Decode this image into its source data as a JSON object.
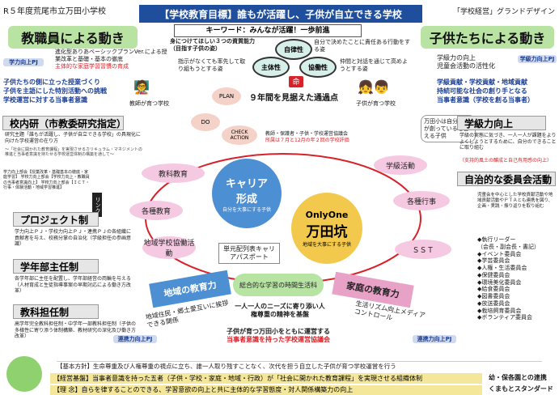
{
  "header": {
    "school": "R５年度荒尾市立万田小学校",
    "goal": "【学校教育目標】誰もが活躍し、子供が自立できる学校",
    "design": "「学校経営」グランドデザイン"
  },
  "keyword": "キーワード：みんなが活躍！一歩前進",
  "left_title": "教職員による動き",
  "right_title": "子供たちによる動き",
  "top_center": {
    "qualities_title": "身につけてほしい３つの資質能力",
    "qualities_sub": "（目指す子供の姿）",
    "shutai_desc": "指示がなくても率先して取り組もうとする姿",
    "jiritsu": "自律性",
    "shutai": "主体性",
    "kyodo": "協働性",
    "inochi": "命",
    "jiritsu_desc": "自分で決めたことに責任ある行動をする姿",
    "kyodo_desc": "仲間と対話を通じて高めようとする姿"
  },
  "left_top": {
    "text1": "進化型ありあベーシックプランVer.による授業改革と基礎・基本の徹底",
    "text2": "主体的な家庭学習習慣の育成",
    "tag1": "学力向上PJ",
    "r1": "子供たちの側に立った授業づくり",
    "r2": "子供を主語にした特別活動への挑戦",
    "r3": "学校運営に対する当事者意識",
    "caption": "教師が育つ学校"
  },
  "pdca": {
    "plan": "PLAN",
    "do": "DO",
    "check": "CHECK ACTION"
  },
  "nine_years": "９年間を見据えた通過点",
  "right_top": {
    "text1": "学級力の向上",
    "text2": "児童会活動の活性化",
    "tag": "学級力向上PJ",
    "r1": "学級貢献・学校貢献・地域貢献",
    "r2": "持続可能な社会の創り手となる",
    "r3": "当事者意識（学校を創る当事者）",
    "caption": "子供が育つ学校",
    "bubble": "万田小は自分たちが創っていると言える子供"
  },
  "left_boxes": {
    "konai": "校内研（市教委研究指定）",
    "konai_text": "研究主題「誰もが活躍し、子供が自立できる学校」の具現化に向けた学校運営の在り方",
    "konai_sub": "～「社会に開かれた教育課程」を実現させるカリキュラム・マネジメントの推進と当事者意識を持たせる学校運営体制の構築を通して～",
    "bu": "学力向上部会【授業改革・基礎基本の徹底・家庭学習】 学校力向上部会【学校力向上・教職員の当事者意識向上】 学校力向上部会【ＩＣＴ・行事・体験活動・地域学習推進】",
    "link": "リンク",
    "project": "プロジェクト制",
    "project_text": "学力向上ＰＪ・学校力向上ＰＪ・連携ＰＪの各組織に貢献者を与え、校務分掌の自治化（学級担任の参画意識）",
    "gakunen": "学年部主任制",
    "gakunen_text": "各学年部に主任を配置し、学年部経営の両輪を与える（人材育成と生徒指導事案の早期対応による働き方改革）",
    "kyoka": "教科担任制",
    "kyoka_text": "高学年完全教科担任制・中学年一部教科担任制（子供の多様性に寄り添う体制構築、教材研究の深化及び働き方改革）",
    "renkei": "連携力向上PJ"
  },
  "center": {
    "kyoshi": "教師・保護者・子供・学校運営協議会",
    "kyoshi2": "所属は７月と12月の年２回の学校評価",
    "career": "キャリア形成",
    "career_sub": "自分を大事にする子供",
    "onlyone": "OnlyOne",
    "mandako": "万田坑",
    "mandako_sub": "地域を大事にする子供",
    "kyoka": "教科教育",
    "kakushu": "各種教育",
    "chiiki": "地域学校協働活動",
    "tani": "単元配列表キャリアパスポート",
    "sogo": "総合的な学習の時間生活科",
    "gakkyu": "学級活動",
    "kakushu2": "各種行事",
    "sst": "ＳＳＴ",
    "chiiki_edu": "地域の教育力",
    "chiiki_edu_sub": "地域住民・郷土愛互いに挨拶できる関係",
    "katei_edu": "家庭の教育力",
    "katei_sub": "生活リズム向上メディアコントロール",
    "hitori": "一人一人のニーズに寄り添い人権尊重の精神を基盤",
    "kodomo": "子供が育つ万田小をともに運営する",
    "kodomo2": "当事者意識を持った学校運営協議会"
  },
  "right_boxes": {
    "gakkyu_title": "学級力向上",
    "gakkyu_text": "学級の実態に気づき、一人一人が課題をよりよくしようとするために、自分のできることに取り組む",
    "gakkyu_sub": "（支持的風土の醸成と自己有用感の向上）",
    "iinkai_title": "自治的な委員会活動",
    "iinkai_text": "児童会を中心とした学校貢献活動や地域貢献活動やＰＴＡとも連携を図り、企画・実践・振り返りを取り組む",
    "items": [
      "◆執行リーダー",
      "（会長・副会長・書記）",
      "◆イベント委員会",
      "◆学芸委員会",
      "◆人権・生活委員会",
      "◆保健委員会",
      "◆環境美化委員会",
      "◆給食委員会",
      "◆図書委員会",
      "◆放送委員会",
      "◆栽培飼育委員会",
      "◆ボランティア委員会"
    ],
    "renkei": "連携力向上PJ"
  },
  "bottom": {
    "b1": "【基本方針】生命尊重及び人権尊重の視点に立ち、誰一人取り残すことなく、次代を担う自立した子供が育つ学校運営を行う",
    "b2": "【経営基盤】当事者意識を持った五者（子供・学校・家庭・地域・行政）が「社会に開かれた教育課程」を実現させる組織体制",
    "b3": "【理 念】自らを律することのできる、学習意欲の向上と共に主体的な学習態度・対人関係構築力の向上",
    "b4": "幼・保各園との連携",
    "b5": "くまもとスタンダード"
  },
  "colors": {
    "navy": "#1f4e9c",
    "green": "#b9e3a2",
    "pink": "#f6c9e3",
    "red": "#d8222a",
    "yellow": "#f5e79a"
  }
}
